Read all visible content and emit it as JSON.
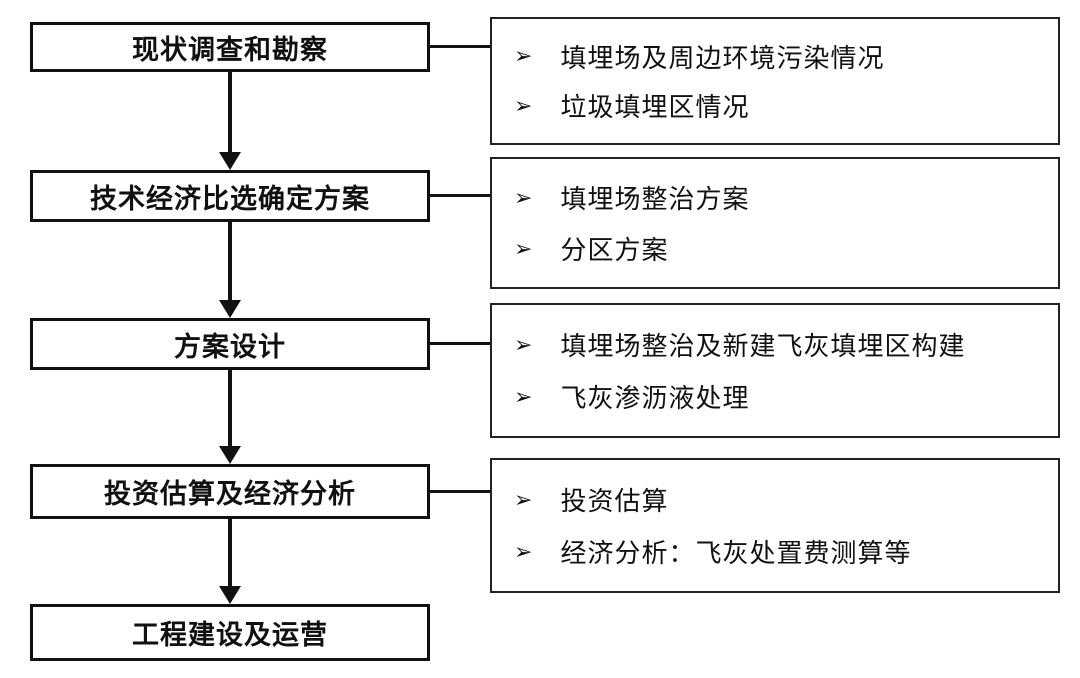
{
  "flowchart": {
    "title_semantic": "landfill-remediation-project-workflow",
    "bullet_glyph": "➢",
    "colors": {
      "line": "#111111",
      "box_border": "#111111",
      "box_background": "#ffffff",
      "text": "#111111",
      "page_background": "#ffffff"
    },
    "steps": [
      {
        "label": "现状调查和勘察",
        "details": [
          "填埋场及周边环境污染情况",
          "垃圾填埋区情况"
        ]
      },
      {
        "label": "技术经济比选确定方案",
        "details": [
          "填埋场整治方案",
          "分区方案"
        ]
      },
      {
        "label": "方案设计",
        "details": [
          "填埋场整治及新建飞灰填埋区构建",
          "飞灰渗沥液处理"
        ]
      },
      {
        "label": "投资估算及经济分析",
        "details": [
          "投资估算",
          "经济分析：飞灰处置费测算等"
        ]
      },
      {
        "label": "工程建设及运营",
        "details": []
      }
    ]
  }
}
